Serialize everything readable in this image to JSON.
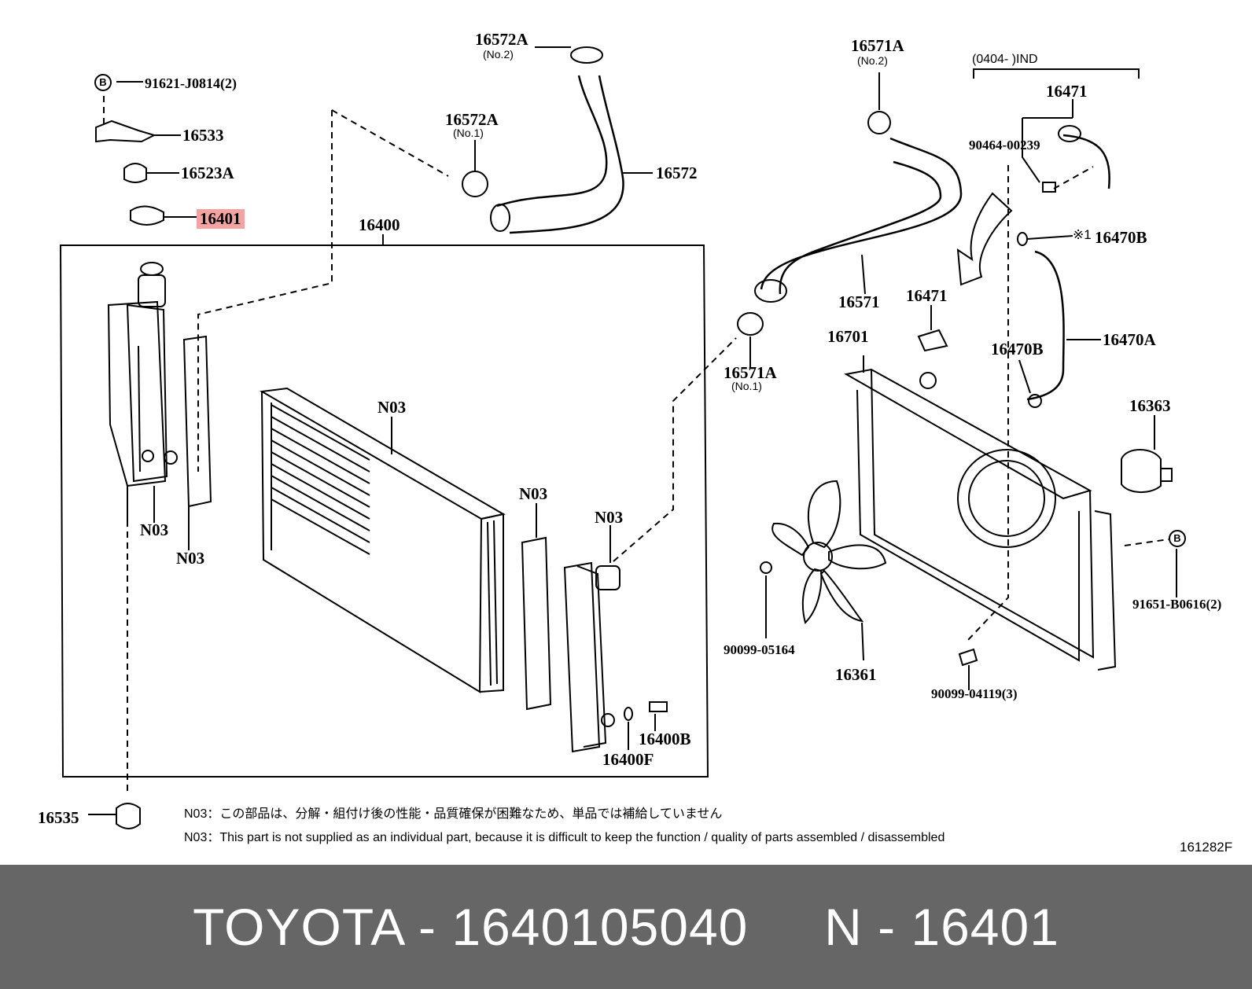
{
  "labels": {
    "p91621": "91621-J0814(2)",
    "p16533": "16533",
    "p16523A": "16523A",
    "p16401": "16401",
    "p16400": "16400",
    "p16572A_top": "16572A",
    "p16572A_top_sub": "(No.2)",
    "p16572A_mid": "16572A",
    "p16572A_mid_sub": "(No.1)",
    "p16572": "16572",
    "p16571A_top": "16571A",
    "p16571A_top_sub": "(No.2)",
    "p16571": "16571",
    "p16571A_low": "16571A",
    "p16571A_low_sub": "(No.1)",
    "range": "(0404-    )IND",
    "p16471_top": "16471",
    "p90464": "90464-00239",
    "p16470B_top": "16470B",
    "p16470B_note": "※1",
    "p16471_mid": "16471",
    "p16701": "16701",
    "p16470B_low": "16470B",
    "p16470A": "16470A",
    "p16363": "16363",
    "p91651": "91651-B0616(2)",
    "p90099_05164": "90099-05164",
    "p16361": "16361",
    "p90099_04119": "90099-04119(3)",
    "n03_a": "N03",
    "n03_b": "N03",
    "n03_c": "N03",
    "n03_d": "N03",
    "n03_e": "N03",
    "p16400B": "16400B",
    "p16400F": "16400F",
    "p16535": "16535",
    "circle_b1": "B",
    "circle_b2": "B"
  },
  "notes": {
    "jp": "N03：この部品は、分解・組付け後の性能・品質確保が困難なため、単品では補給していません",
    "en": "N03：This part is not supplied as an individual part, because it is difficult to keep the function / quality of parts assembled / disassembled"
  },
  "diagram_code": "161282F",
  "footer": {
    "text": "TOYOTA - 1640105040     N - 16401"
  },
  "colors": {
    "footer_bg": "#666666",
    "highlight": "#f4a3a3"
  }
}
